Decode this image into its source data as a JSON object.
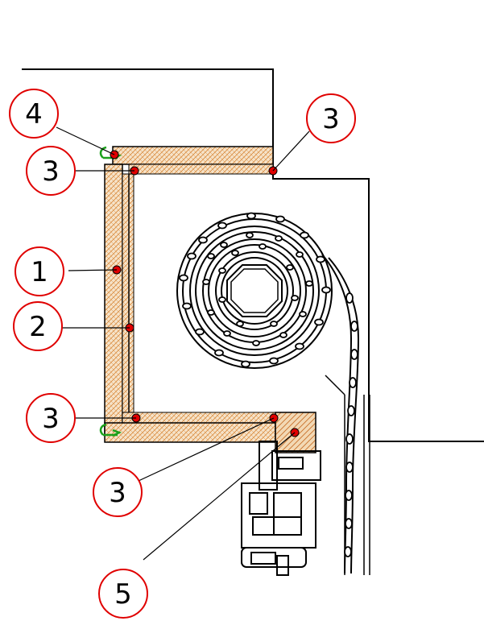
{
  "callouts": [
    {
      "id": "c4-top",
      "label": "4"
    },
    {
      "id": "c3-top-right",
      "label": "3"
    },
    {
      "id": "c3-upper-left",
      "label": "3"
    },
    {
      "id": "c1",
      "label": "1"
    },
    {
      "id": "c2",
      "label": "2"
    },
    {
      "id": "c3-lower-left",
      "label": "3"
    },
    {
      "id": "c3-bottom",
      "label": "3"
    },
    {
      "id": "c5",
      "label": "5"
    }
  ],
  "colors": {
    "insulation_fill": "#f6e3c9",
    "insulation_hatch": "#d98a3c",
    "marker": "#e00000",
    "callout_circle": "#e00000",
    "line": "#000000",
    "clip_green": "#1aa01a"
  }
}
